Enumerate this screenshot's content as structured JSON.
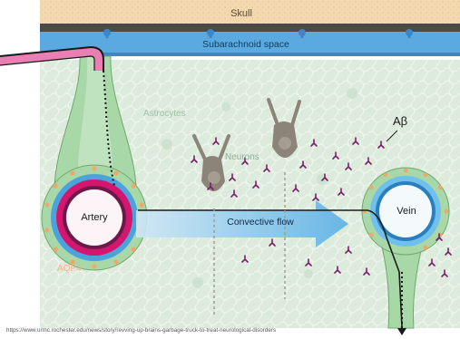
{
  "diagram": {
    "labels": {
      "skull": "Skull",
      "subarachnoid": "Subarachnoid space",
      "astrocytes": "Astrocytes",
      "neurons": "Neurons",
      "abeta": "Aβ",
      "artery": "Artery",
      "vein": "Vein",
      "convective_flow": "Convective flow",
      "aqp4": "AQP4"
    },
    "source_url": "https://www.urmc.rochester.edu/news/story/revving-up-brains-garbage-truck-to-treat-neurological-disorders",
    "colors": {
      "skull": "#f3d9b0",
      "dura": "#4a4a4a",
      "subarachnoid": "#5aa9e0",
      "brain_tissue": "#dcebdc",
      "astrocyte_endfeet": "#a8d8a8",
      "artery_wall": "#d6166e",
      "vein_wall": "#2a7fc0",
      "flow_arrow": "#6fb8e6",
      "neuron": "#8c8478",
      "abeta": "#7a1d6a",
      "aqp4": "#f0a868"
    },
    "icons": [
      "neuron-icon",
      "abeta-icon",
      "aqp4-channel-icon",
      "arrow-down-icon"
    ]
  }
}
